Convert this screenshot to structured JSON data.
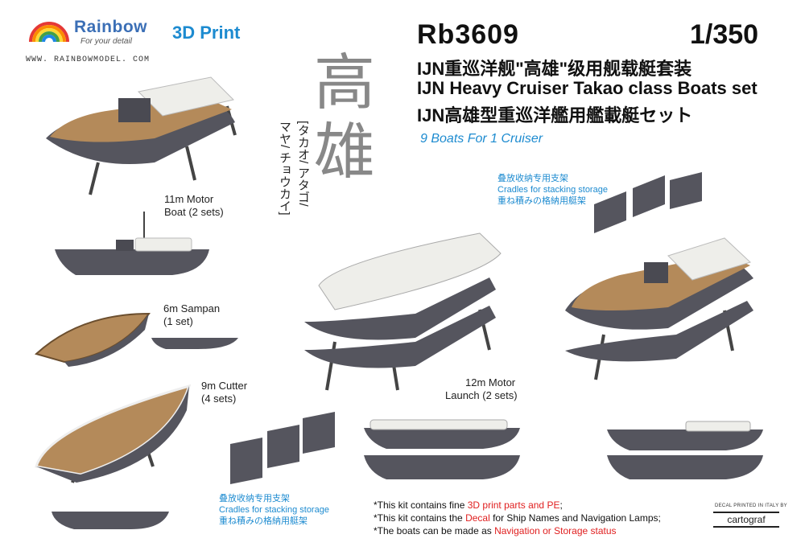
{
  "brand": {
    "name": "Rainbow",
    "tagline": "For your detail",
    "badge": "3D Print",
    "url": "WWW. RAINBOWMODEL. COM"
  },
  "product": {
    "code": "Rb3609",
    "scale": "1/350",
    "title_cn": "IJN重巡洋舰\"高雄\"级用舰载艇套装",
    "title_en": "IJN Heavy Cruiser Takao class Boats set",
    "title_jp": "IJN高雄型重巡洋艦用艦載艇セット",
    "subtitle": "9 Boats For 1 Cruiser"
  },
  "ship_name": {
    "kanji": "高雄",
    "kana_col1": "[タカオ/ アタゴ/",
    "kana_col2": "マヤ/ チョウカイ]"
  },
  "boats": {
    "motor_boat": "11m Motor Boat (2 sets)",
    "motor_boat_l1": "11m Motor",
    "motor_boat_l2": "Boat (2 sets)",
    "sampan_l1": "6m Sampan",
    "sampan_l2": "(1 set)",
    "cutter_l1": "9m Cutter",
    "cutter_l2": "(4 sets)",
    "launch_l1": "12m Motor",
    "launch_l2": "Launch (2 sets)"
  },
  "cradles": {
    "cn": "叠放收纳专用支架",
    "en": "Cradles for stacking storage",
    "jp": "重ね積みの格納用艇架"
  },
  "notes": {
    "n1_pre": "*This kit contains fine ",
    "n1_hl": "3D print parts and PE",
    "n1_post": ";",
    "n2_pre": "*This kit contains the ",
    "n2_hl": "Decal",
    "n2_post": " for Ship Names and Navigation Lamps;",
    "n3_pre": "*The boats can be made as ",
    "n3_hl": "Navigation or Storage status",
    "n3_post": ""
  },
  "decal_print": {
    "line": "DECAL PRINTED IN ITALY BY",
    "brand": "cartograf"
  },
  "colors": {
    "accent_blue": "#1d8bd0",
    "highlight_red": "#e02020",
    "hull_gray": "#55555e",
    "deck_wood": "#b48a5a",
    "canvas_white": "#eeeeea"
  }
}
